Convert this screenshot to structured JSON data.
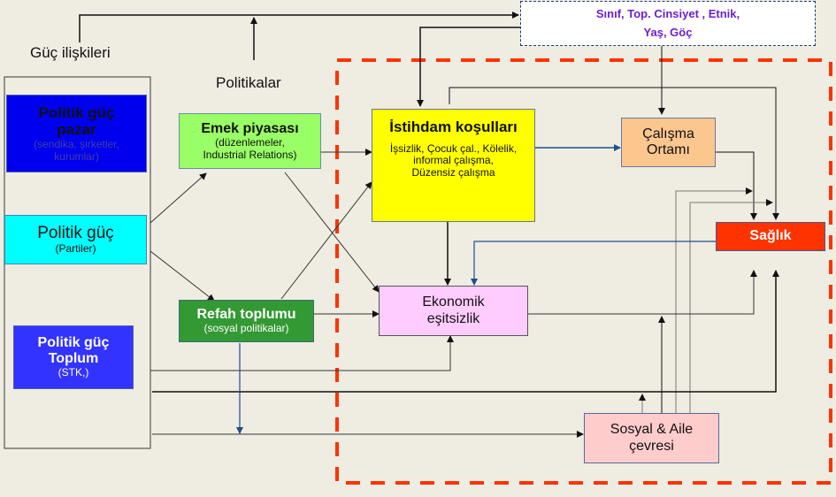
{
  "labels": {
    "guc_iliskileri": "Güç ilişkileri",
    "politikalar": "Politikalar"
  },
  "nodes": {
    "politik_guc_pazar": {
      "title_1": "Politik güç",
      "title_2": "pazar",
      "sub_1": "(sendika, şirketler,",
      "sub_2": "kurumlar)",
      "color": "#0000ee"
    },
    "politik_guc_partiler": {
      "title": "Politik güç",
      "sub": "(Partiler)",
      "color": "#00ffff"
    },
    "politik_guc_toplum": {
      "title_1": "Politik güç",
      "title_2": "Toplum",
      "sub": "(STK,)",
      "color": "#3333ff"
    },
    "emek_piyasasi": {
      "title": "Emek piyasası",
      "sub_1": "(düzenlemeler,",
      "sub_2": "Industrial Relations)",
      "color": "#99ff66"
    },
    "refah_toplumu": {
      "title": "Refah toplumu",
      "sub": "(sosyal politikalar)",
      "color": "#339933"
    },
    "istihdam_kosullari": {
      "title": "İstihdam koşulları",
      "sub_1": "İşsizlik, Çocuk çal., Kölelik,",
      "sub_2": "informal çalışma,",
      "sub_3": "Düzensiz çalışma",
      "color": "#ffff00"
    },
    "calisma_ortami": {
      "line_1": "Çalışma",
      "line_2": "Ortamı",
      "color": "#fcc68f"
    },
    "saglik": {
      "title": "Sağlık",
      "color": "#ff3300"
    },
    "ekonomik_esitsizlik": {
      "line_1": "Ekonomik",
      "line_2": "eşitsizlik",
      "color": "#ffccff"
    },
    "sosyal_aile": {
      "line_1": "Sosyal & Aile",
      "line_2": "çevresi",
      "color": "#ffcccc"
    },
    "sinif": {
      "line_1": "Sınıf, Top. Cinsiyet , Etnik,",
      "line_2": "Yaş, Göç",
      "text_color": "#6b1fd1"
    }
  },
  "colors": {
    "background": "#efece2",
    "boundary_dash": "#ff3300",
    "blue_arrow": "#1f4e8c"
  }
}
